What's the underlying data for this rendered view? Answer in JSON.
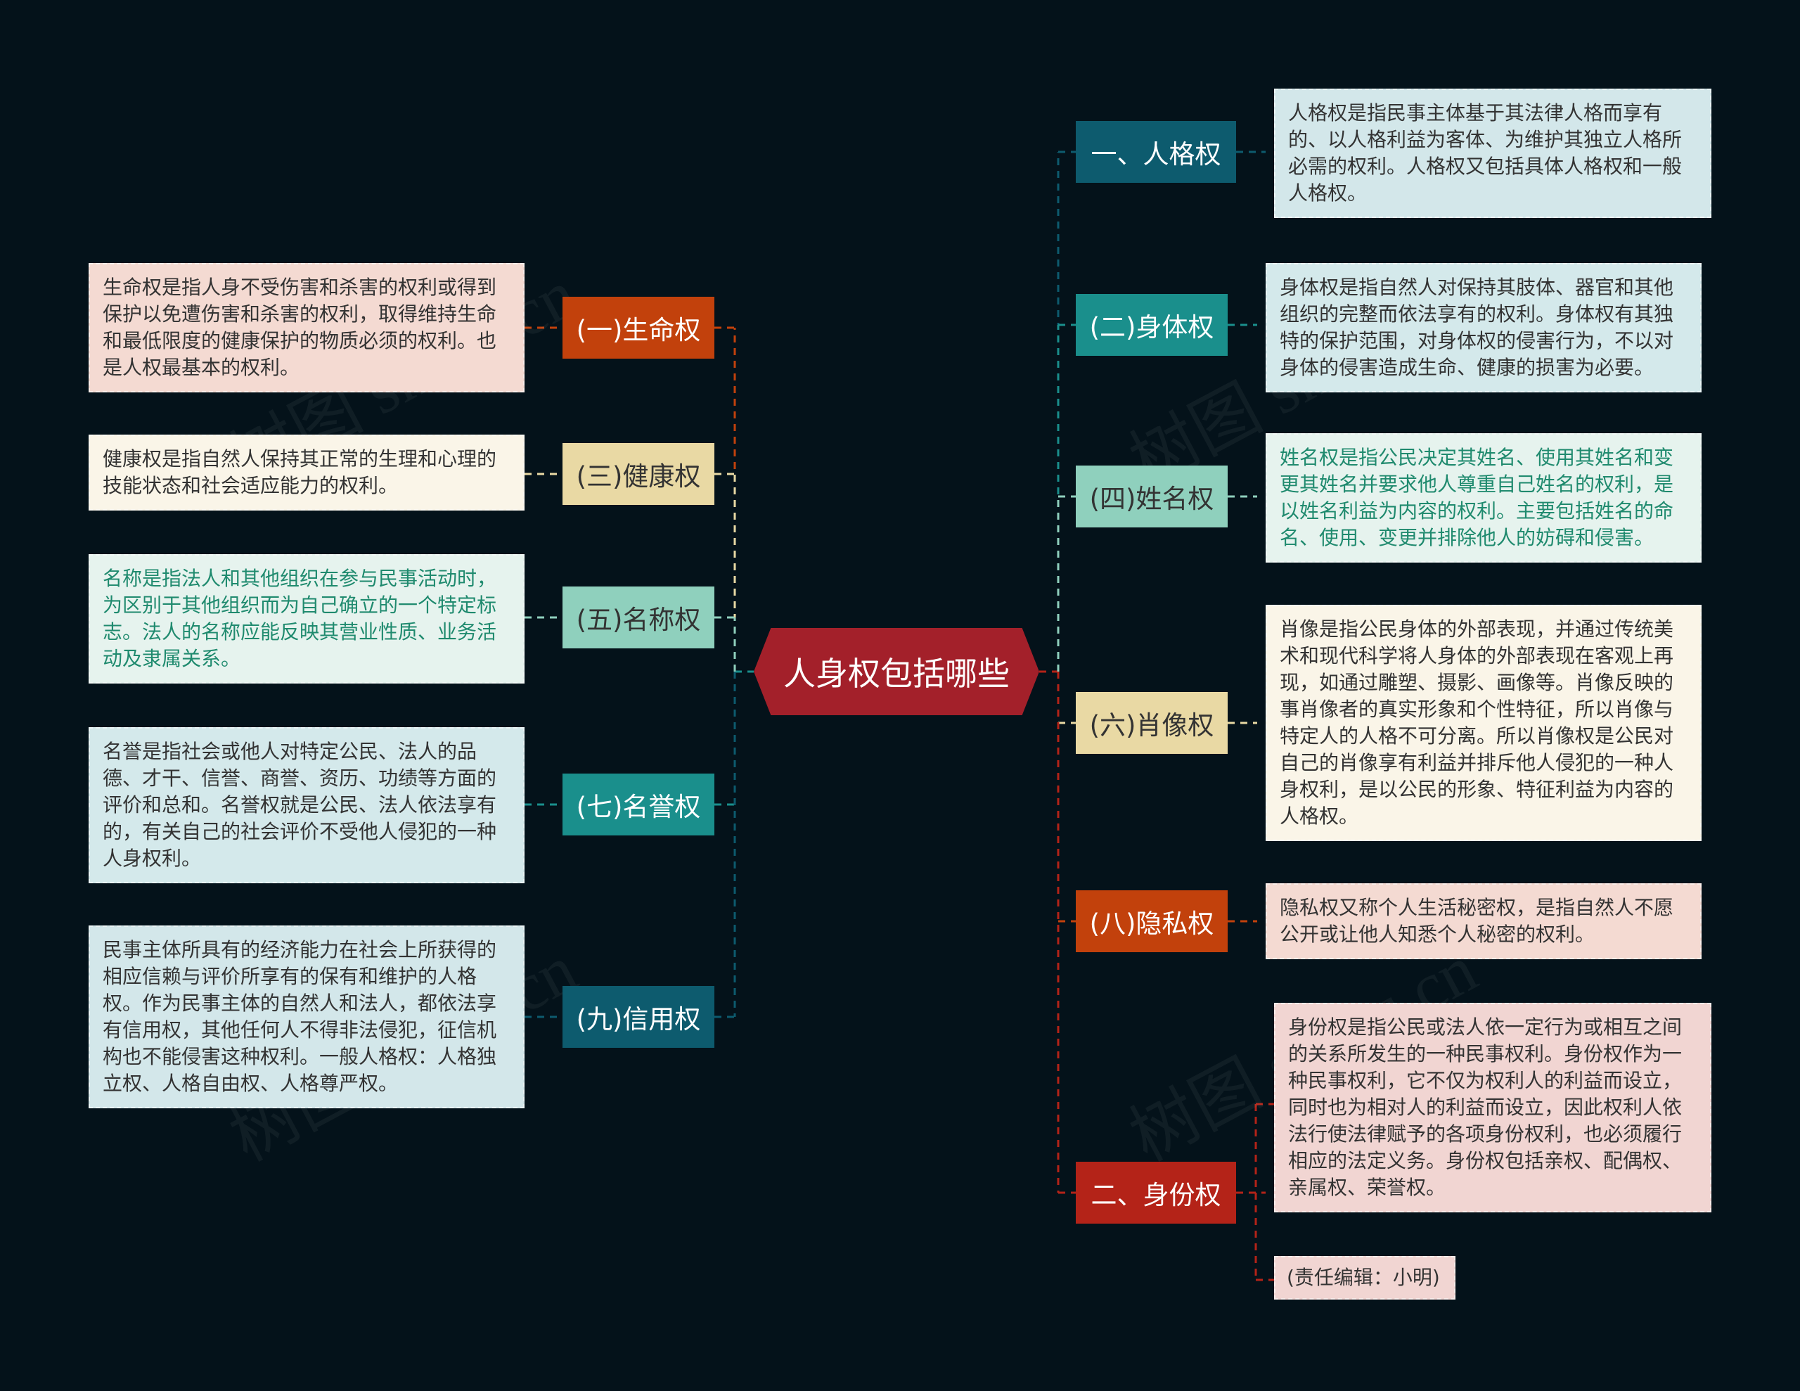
{
  "root": "人身权包括哪些",
  "watermark": "树图 shutu.cn",
  "left": [
    {
      "label": "(一)生命权",
      "style": "t-orange",
      "note_style": "n-pink",
      "color": "#c2410c",
      "note": "生命权是指人身不受伤害和杀害的权利或得到保护以免遭伤害和杀害的权利，取得维持生命和最低限度的健康保护的物质必须的权利。也是人权最基本的权利。"
    },
    {
      "label": "(三)健康权",
      "style": "t-cream",
      "note_style": "n-cream",
      "color": "#e9d9a4",
      "note": "健康权是指自然人保持其正常的生理和心理的技能状态和社会适应能力的权利。"
    },
    {
      "label": "(五)名称权",
      "style": "t-mint",
      "note_style": "n-mint",
      "color": "#8fd0bd",
      "note": "名称是指法人和其他组织在参与民事活动时，为区别于其他组织而为自己确立的一个特定标志。法人的名称应能反映其营业性质、业务活动及隶属关系。"
    },
    {
      "label": "(七)名誉权",
      "style": "t-teal",
      "note_style": "n-teal",
      "color": "#1a8f8c",
      "note": "名誉是指社会或他人对特定公民、法人的品德、才干、信誉、商誉、资历、功绩等方面的评价和总和。名誉权就是公民、法人依法享有的，有关自己的社会评价不受他人侵犯的一种人身权利。"
    },
    {
      "label": "(九)信用权",
      "style": "t-teal-dark",
      "note_style": "n-blue",
      "color": "#0d5b6e",
      "note": "民事主体所具有的经济能力在社会上所获得的相应信赖与评价所享有的保有和维护的人格权。作为民事主体的自然人和法人，都依法享有信用权，其他任何人不得非法侵犯，征信机构也不能侵害这种权利。一般人格权：人格独立权、人格自由权、人格尊严权。"
    }
  ],
  "right": [
    {
      "label": "一、人格权",
      "style": "t-teal-dark",
      "note_style": "n-blue",
      "color": "#0d5b6e",
      "note": "人格权是指民事主体基于其法律人格而享有的、以人格利益为客体、为维护其独立人格所必需的权利。人格权又包括具体人格权和一般人格权。"
    },
    {
      "label": "(二)身体权",
      "style": "t-teal",
      "note_style": "n-teal",
      "color": "#1a8f8c",
      "note": "身体权是指自然人对保持其肢体、器官和其他组织的完整而依法享有的权利。身体权有其独特的保护范围，对身体权的侵害行为，不以对身体的侵害造成生命、健康的损害为必要。"
    },
    {
      "label": "(四)姓名权",
      "style": "t-mint",
      "note_style": "n-mint",
      "color": "#8fd0bd",
      "note": "姓名权是指公民决定其姓名、使用其姓名和变更其姓名并要求他人尊重自己姓名的权利，是以姓名利益为内容的权利。主要包括姓名的命名、使用、变更并排除他人的妨碍和侵害。"
    },
    {
      "label": "(六)肖像权",
      "style": "t-cream",
      "note_style": "n-cream",
      "color": "#e9d9a4",
      "note": "肖像是指公民身体的外部表现，并通过传统美术和现代科学将人身体的外部表现在客观上再现，如通过雕塑、摄影、画像等。肖像反映的事肖像者的真实形象和个性特征，所以肖像与特定人的人格不可分离。所以肖像权是公民对自己的肖像享有利益并排斥他人侵犯的一种人身权利，是以公民的形象、特征利益为内容的人格权。"
    },
    {
      "label": "(八)隐私权",
      "style": "t-orange",
      "note_style": "n-pink",
      "color": "#c2410c",
      "note": "隐私权又称个人生活秘密权，是指自然人不愿公开或让他人知悉个人秘密的权利。"
    },
    {
      "label": "二、身份权",
      "style": "t-red",
      "note_style": "n-rose",
      "color": "#b42318",
      "note": "身份权是指公民或法人依一定行为或相互之间的关系所发生的一种民事权利。身份权作为一种民事权利，它不仅为权利人的利益而设立，同时也为相对人的利益而设立，因此权利人依法行使法律赋予的各项身份权利，也必须履行相应的法定义务。身份权包括亲权、配偶权、亲属权、荣誉权。",
      "note2": "(责任编辑：小明)"
    }
  ]
}
